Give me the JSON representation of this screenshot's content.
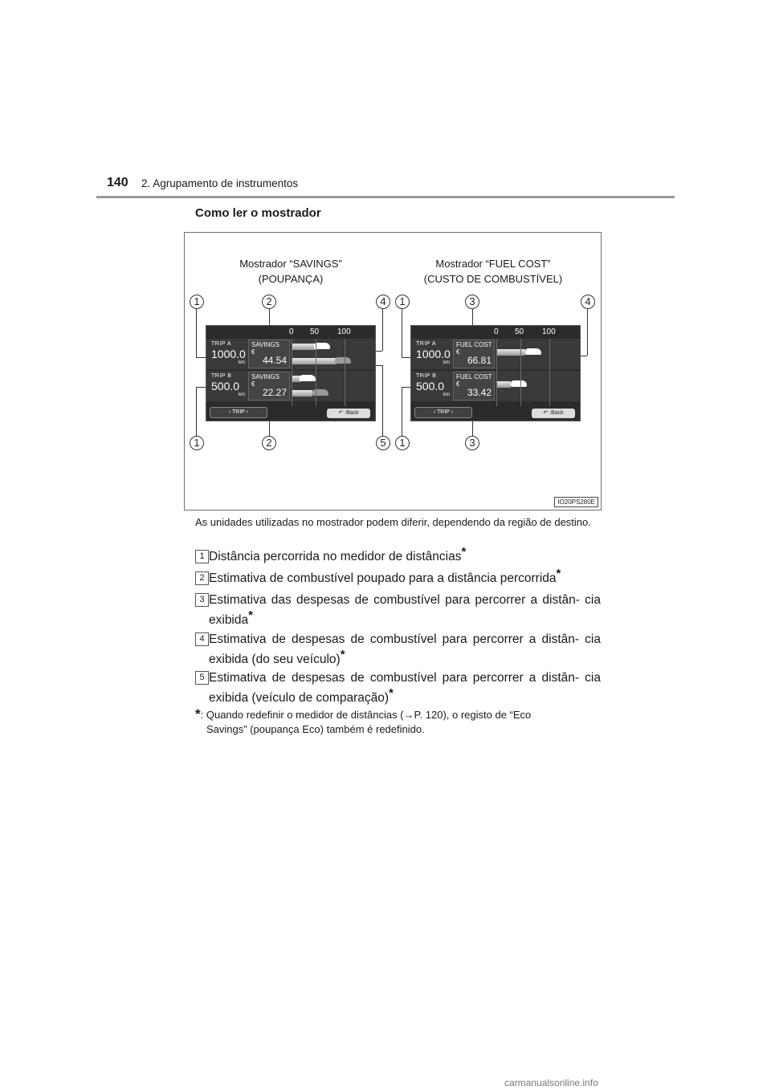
{
  "header": {
    "page_number": "140",
    "chapter": "2. Agrupamento de instrumentos"
  },
  "section_title": "Como ler o mostrador",
  "figure": {
    "savings_caption_1": "Mostrador “SAVINGS”",
    "savings_caption_2": "(POUPANÇA)",
    "fuel_caption_1": "Mostrador “FUEL COST”",
    "fuel_caption_2": "(CUSTO DE COMBUSTÍVEL)",
    "scale": [
      "0",
      "50",
      "100"
    ],
    "callouts": [
      "1",
      "2",
      "3",
      "4",
      "5"
    ],
    "code": "IO20PS280E",
    "savings_screen": {
      "rows": [
        {
          "trip_label": "TRIP A",
          "trip_value": "1000.0",
          "unit": "km",
          "metric_label": "SAVINGS",
          "currency": "€",
          "metric_value": "44.54"
        },
        {
          "trip_label": "TRIP B",
          "trip_value": "500.0",
          "unit": "km",
          "metric_label": "SAVINGS",
          "currency": "€",
          "metric_value": "22.27"
        }
      ],
      "nav": "TRIP",
      "back": ":Back"
    },
    "fuel_screen": {
      "rows": [
        {
          "trip_label": "TRIP A",
          "trip_value": "1000.0",
          "unit": "km",
          "metric_label": "FUEL COST",
          "currency": "€",
          "metric_value": "66.81"
        },
        {
          "trip_label": "TRIP B",
          "trip_value": "500.0",
          "unit": "km",
          "metric_label": "FUEL COST",
          "currency": "€",
          "metric_value": "33.42"
        }
      ],
      "nav": "TRIP",
      "back": ":Back"
    }
  },
  "note": "As unidades utilizadas no mostrador podem diferir, dependendo da região de destino.",
  "legend": [
    {
      "num": "1",
      "text": "Distância percorrida no medidor de distâncias",
      "star": "*"
    },
    {
      "num": "2",
      "text": "Estimativa de combustível poupado para a distância percorrida",
      "star": "*"
    },
    {
      "num": "3",
      "text": "Estimativa das despesas de combustível para percorrer a distân- cia exibida",
      "star": "*"
    },
    {
      "num": "4",
      "text": "Estimativa de despesas de combustível para percorrer a distân- cia exibida (do seu veículo)",
      "star": "*"
    },
    {
      "num": "5",
      "text": "Estimativa de despesas de combustível para percorrer a distân- cia exibida (veículo de comparação)",
      "star": "*"
    }
  ],
  "footnote": {
    "star": "*",
    "line1": ": Quando redefinir o medidor de distâncias (→P. 120), o registo de “Eco",
    "line2": "Savings” (poupança Eco) também é redefinido."
  },
  "watermark": "carmanualsonline.info"
}
